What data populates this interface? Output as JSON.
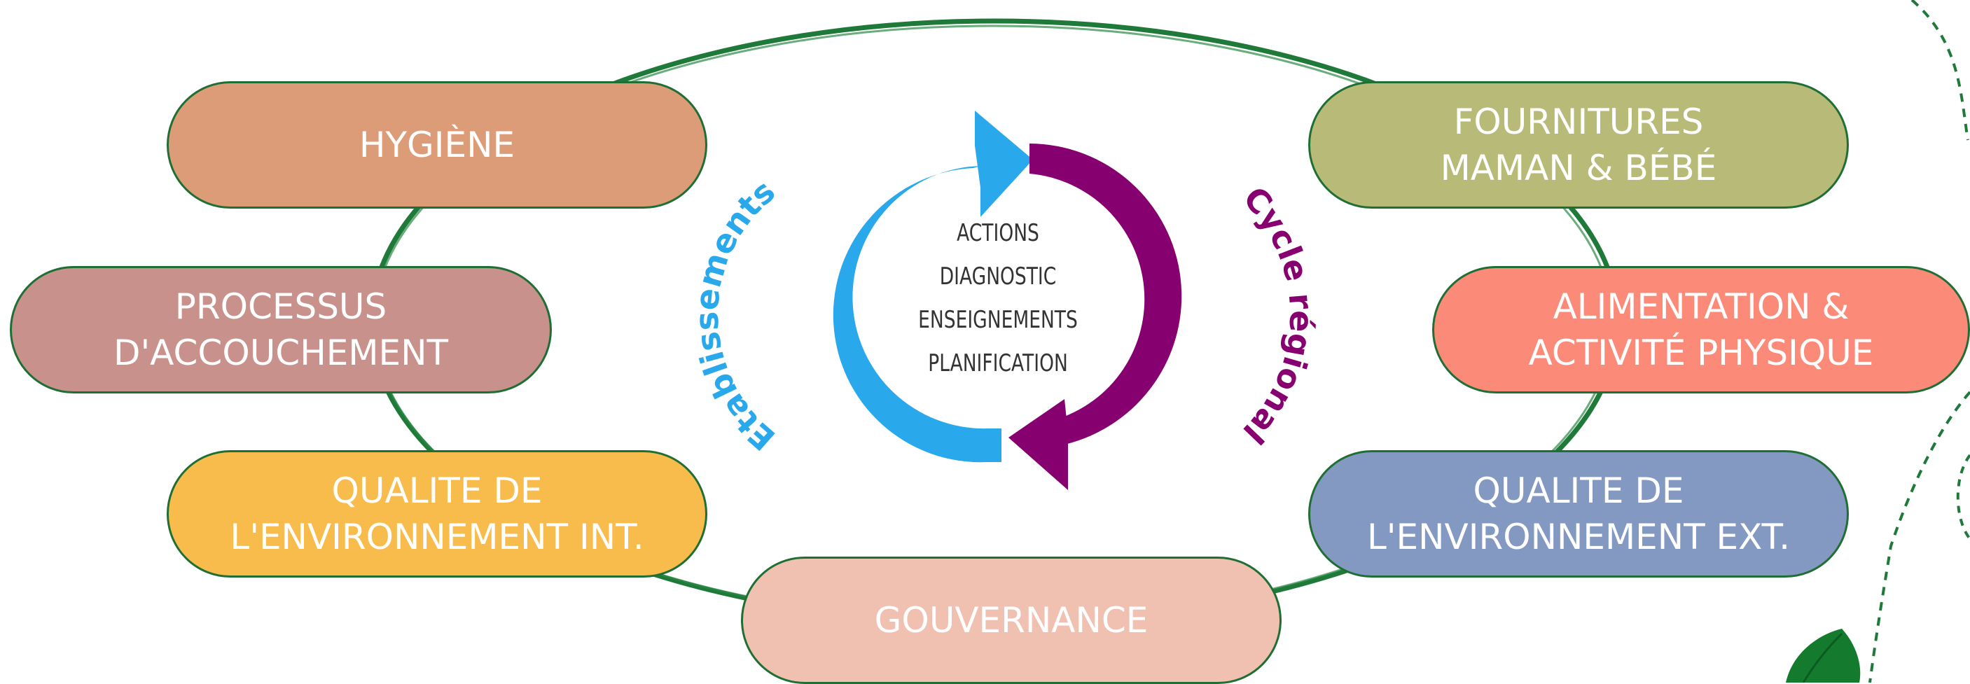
{
  "diagram": {
    "center": {
      "lines": [
        "ACTIONS",
        "DIAGNOSTIC",
        "ENSEIGNEMENTS",
        "PLANIFICATION"
      ]
    },
    "cycle_labels": {
      "left": "Etablissements",
      "right": "Cycle régional"
    },
    "topics": {
      "hygiene": {
        "lines": [
          "HYGIÈNE"
        ],
        "color": "#dd9c78"
      },
      "processus": {
        "lines": [
          "PROCESSUS",
          "D'ACCOUCHEMENT"
        ],
        "color": "#c8918b"
      },
      "qualite_int": {
        "lines": [
          "QUALITE DE",
          "L'ENVIRONNEMENT INT."
        ],
        "color": "#f8bc4c"
      },
      "gouvernance": {
        "lines": [
          "GOUVERNANCE"
        ],
        "color": "#f0c1b1"
      },
      "fournitures": {
        "lines": [
          "FOURNITURES",
          "MAMAN & BÉBÉ"
        ],
        "color": "#b8ba78"
      },
      "alimentation": {
        "lines": [
          "ALIMENTATION &",
          "ACTIVITÉ PHYSIQUE"
        ],
        "color": "#fb8a78"
      },
      "qualite_ext": {
        "lines": [
          "QUALITE DE",
          "L'ENVIRONNEMENT EXT."
        ],
        "color": "#8399c2"
      }
    },
    "colors": {
      "outline_green": "#1f7a3a",
      "arrow_blue": "#29a9ec",
      "arrow_purple": "#86006f",
      "leaf_green": "#137a2e"
    }
  }
}
